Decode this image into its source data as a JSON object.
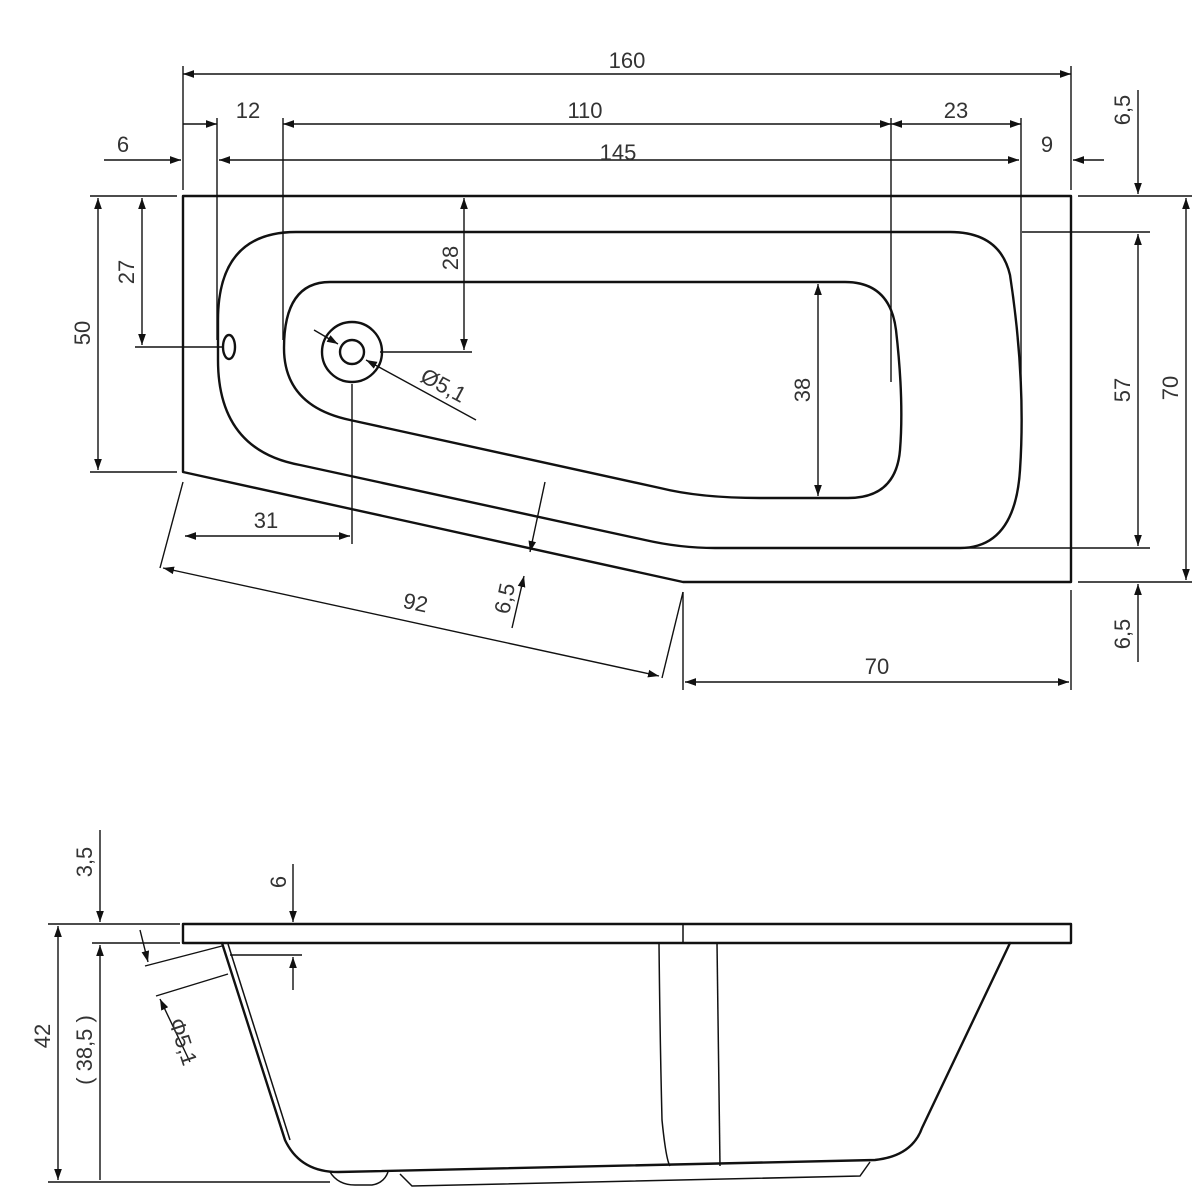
{
  "dimensions": {
    "overall_length": "160",
    "offset_12": "12",
    "inner_110": "110",
    "right_23": "23",
    "left_6": "6",
    "inner_145": "145",
    "right_9": "9",
    "top_6_5": "6,5",
    "height_50": "50",
    "height_27": "27",
    "depth_28": "28",
    "drain_dia": "Ø5,1",
    "inner_38": "38",
    "inner_57": "57",
    "width_70": "70",
    "drain_31": "31",
    "angled_6_5": "6,5",
    "angled_92": "92",
    "bottom_6_5": "6,5",
    "straight_70": "70",
    "side_3_5": "3,5",
    "side_6": "6",
    "side_42": "42",
    "side_38_5": "( 38,5 )",
    "side_dia": "Φ5,1"
  },
  "colors": {
    "line": "#111111",
    "text": "#333333",
    "background": "#ffffff"
  }
}
